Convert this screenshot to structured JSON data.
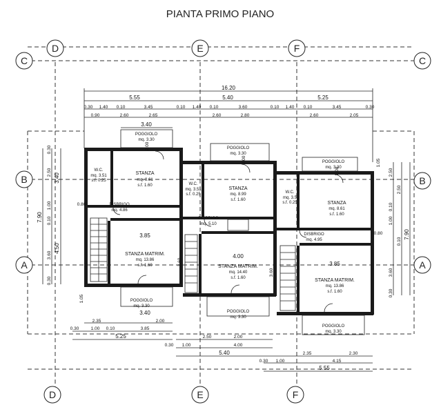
{
  "title": "PIANTA PRIMO PIANO",
  "axes": {
    "top": [
      "D",
      "E",
      "F"
    ],
    "bottom": [
      "D",
      "E",
      "F"
    ],
    "left": [
      "C",
      "B",
      "A"
    ],
    "right": [
      "C",
      "B",
      "A"
    ]
  },
  "dims_top": {
    "overall": "16.20",
    "segments": [
      "5.55",
      "5.40",
      "5.25"
    ],
    "sub": [
      "0.30",
      "1.40",
      "0.10",
      "3.45",
      "0.10",
      "1.40",
      "0.10",
      "3.60",
      "0.10",
      "1.40",
      "0.10",
      "3.45",
      "0.30"
    ],
    "sub2": [
      "0.90",
      "2.60",
      "2.65",
      "2.60",
      "2.80",
      "2.60",
      "2.05"
    ],
    "balcony": "3.40"
  },
  "dims_bottom": {
    "row1": [
      "2.35",
      "2.00"
    ],
    "row2": [
      "0.30",
      "1.00",
      "0.10",
      "3.85"
    ],
    "row3": "5.25",
    "row4": [
      "2.50",
      "2.00"
    ],
    "row5": [
      "0.30",
      "1.00",
      "4.00"
    ],
    "row6": "5.40",
    "row7": [
      "2.35",
      "2.30"
    ],
    "row8": [
      "0.30",
      "1.00",
      "4.15"
    ],
    "row9": "5.55",
    "balcony": "3.40",
    "left": "1.05"
  },
  "dims_left": {
    "total": "7.90",
    "a": "3.40",
    "b": "4.50",
    "c": "3.60",
    "d": "0.30",
    "e": "0.30",
    "f": "2.50",
    "g": "1.00",
    "h": "0.10"
  },
  "dims_right": {
    "total": "7.90",
    "a": "2.50",
    "b": "1.00",
    "c": "0.10",
    "d": "3.60",
    "e": "0.30",
    "f": "0.10",
    "g": "1.05"
  },
  "rooms": [
    {
      "name": "POGGIOLO",
      "l1": "mq. 3.30"
    },
    {
      "name": "W.C.",
      "l1": "mq. 3.51",
      "l2": "s.f. 0.25"
    },
    {
      "name": "STANZA",
      "l1": "mq. 8.61",
      "l2": "s.f. 1.60"
    },
    {
      "name": "DISBRIGO",
      "l1": "mq. 4.86"
    },
    {
      "name": "STANZA MATRIM.",
      "l1": "mq. 13.86",
      "l2": "s.f. 1.60"
    },
    {
      "name": "POGGIOLO",
      "l1": "mq. 3.30"
    },
    {
      "name": "POGGIOLO",
      "l1": "mq. 3.30"
    },
    {
      "name": "W.C.",
      "l1": "mq. 3.51",
      "l2": "s.f. 0.25"
    },
    {
      "name": "STANZA",
      "l1": "mq. 8.99",
      "l2": "s.f. 1.60"
    },
    {
      "name": "DISBRIGO",
      "l1": "mq. 5.10"
    },
    {
      "name": "STANZA MATRIM.",
      "l1": "mq. 14.40",
      "l2": "s.f. 1.60"
    },
    {
      "name": "POGGIOLO",
      "l1": "mq. 3.30"
    },
    {
      "name": "POGGIOLO",
      "l1": "mq. 3.30"
    },
    {
      "name": "W.C.",
      "l1": "mq. 3.5",
      "l2": "s.f. 0.25"
    },
    {
      "name": "STANZA",
      "l1": "mq. 8.61",
      "l2": "s.f. 1.60"
    },
    {
      "name": "DISBRIGO",
      "l1": "mq. 4.95"
    },
    {
      "name": "STANZA MATRIM.",
      "l1": "mq. 13.86",
      "l2": "s.f. 1.60"
    },
    {
      "name": "POGGIOLO",
      "l1": "mq. 3.30"
    }
  ],
  "inner_dims": {
    "w1": "3.85",
    "w2": "4.00",
    "w3": "3.85",
    "door": "0.80",
    "h1": "3.60",
    "h2": "3.60",
    "d1": "2.00",
    "d2": "0.80"
  }
}
